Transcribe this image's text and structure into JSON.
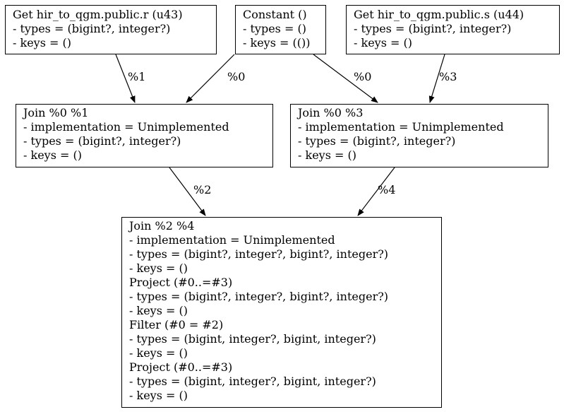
{
  "nodes": {
    "get_r": {
      "lines": [
        "Get hir_to_qgm.public.r (u43)",
        "- types = (bigint?, integer?)",
        "- keys = ()"
      ]
    },
    "constant": {
      "lines": [
        "Constant ()",
        "- types = ()",
        "- keys = (())"
      ]
    },
    "get_s": {
      "lines": [
        "Get hir_to_qgm.public.s (u44)",
        "- types = (bigint?, integer?)",
        "- keys = ()"
      ]
    },
    "join_0_1": {
      "lines": [
        "Join %0 %1",
        "- implementation = Unimplemented",
        "- types = (bigint?, integer?)",
        "- keys = ()"
      ]
    },
    "join_0_3": {
      "lines": [
        "Join %0 %3",
        "- implementation = Unimplemented",
        "- types = (bigint?, integer?)",
        "- keys = ()"
      ]
    },
    "join_2_4": {
      "lines": [
        "Join %2 %4",
        "- implementation = Unimplemented",
        "- types = (bigint?, integer?, bigint?, integer?)",
        "- keys = ()",
        "Project (#0..=#3)",
        "- types = (bigint?, integer?, bigint?, integer?)",
        "- keys = ()",
        "Filter (#0 = #2)",
        "- types = (bigint, integer?, bigint, integer?)",
        "- keys = ()",
        "Project (#0..=#3)",
        "- types = (bigint, integer?, bigint, integer?)",
        "- keys = ()"
      ]
    }
  },
  "edges": {
    "r_to_join01": "%1",
    "const_to_join01": "%0",
    "const_to_join03": "%0",
    "s_to_join03": "%3",
    "join01_to_join24": "%2",
    "join03_to_join24": "%4"
  },
  "colors": {
    "stroke": "#000000",
    "background": "#ffffff"
  }
}
